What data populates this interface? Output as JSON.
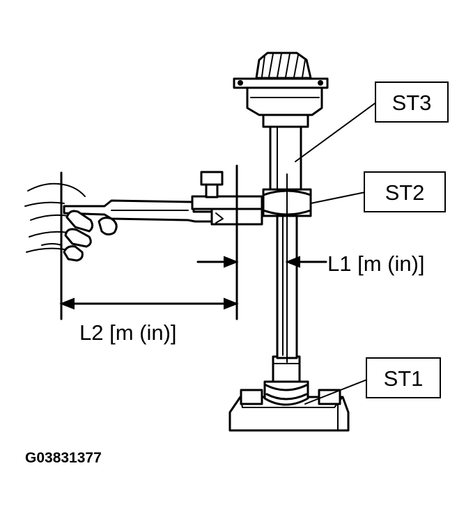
{
  "callouts": {
    "st3": "ST3",
    "st2": "ST2",
    "st1": "ST1"
  },
  "dimensions": {
    "l1": "L1 [m (in)]",
    "l2": "L2 [m (in)]"
  },
  "figure_code": "G03831377",
  "colors": {
    "ink": "#000000",
    "paper": "#ffffff"
  }
}
